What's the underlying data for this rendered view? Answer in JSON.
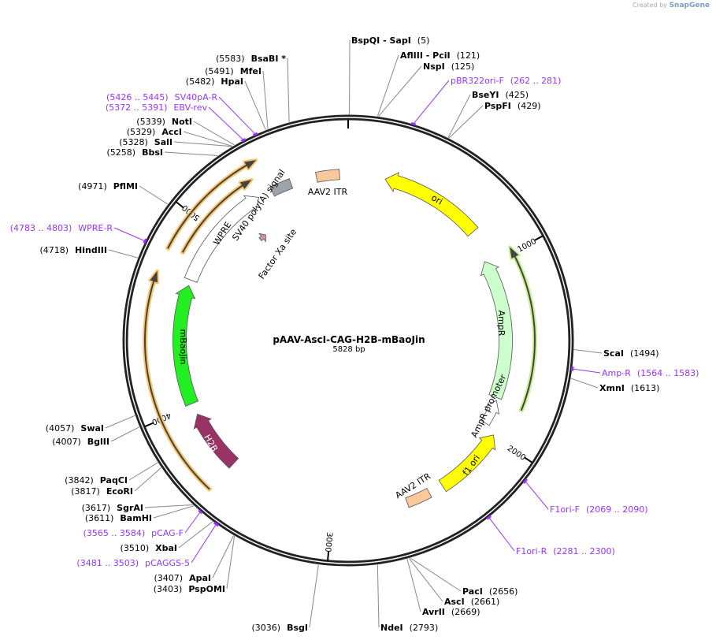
{
  "credit": {
    "prefix": "Created by",
    "brand": "SnapGene"
  },
  "plasmid": {
    "name": "pAAV-AscI-CAG-H2B-mBaoJin",
    "size_label": "5828 bp",
    "length": 5828
  },
  "ticks": [
    {
      "pos": 1000,
      "label": "1000"
    },
    {
      "pos": 2000,
      "label": "2000"
    },
    {
      "pos": 3000,
      "label": "3000"
    },
    {
      "pos": 4000,
      "label": "4000"
    },
    {
      "pos": 5000,
      "label": "5000"
    }
  ],
  "enzymes": [
    {
      "name": "BspQI   - SapI",
      "pos": "5"
    },
    {
      "name": "AflIII   - PciI",
      "pos": "121"
    },
    {
      "name": "NspI",
      "pos": "125"
    },
    {
      "name": "BseYI",
      "pos": "425"
    },
    {
      "name": "PspFI",
      "pos": "429"
    },
    {
      "name": "ScaI",
      "pos": "1494"
    },
    {
      "name": "XmnI",
      "pos": "1613"
    },
    {
      "name": "PacI",
      "pos": "2656"
    },
    {
      "name": "AscI",
      "pos": "2661"
    },
    {
      "name": "AvrII",
      "pos": "2669"
    },
    {
      "name": "NdeI",
      "pos": "2793"
    },
    {
      "name": "BsgI",
      "pos": "3036"
    },
    {
      "name": "PspOMI",
      "pos": "3403"
    },
    {
      "name": "ApaI",
      "pos": "3407"
    },
    {
      "name": "XbaI",
      "pos": "3510"
    },
    {
      "name": "BamHI",
      "pos": "3611"
    },
    {
      "name": "SgrAI",
      "pos": "3617"
    },
    {
      "name": "EcoRI",
      "pos": "3817"
    },
    {
      "name": "PaqCI",
      "pos": "3842"
    },
    {
      "name": "BglII",
      "pos": "4007"
    },
    {
      "name": "SwaI",
      "pos": "4057"
    },
    {
      "name": "HindIII",
      "pos": "4718"
    },
    {
      "name": "PflMI",
      "pos": "4971"
    },
    {
      "name": "BbsI",
      "pos": "5258"
    },
    {
      "name": "SalI",
      "pos": "5328"
    },
    {
      "name": "AccI",
      "pos": "5329"
    },
    {
      "name": "NotI",
      "pos": "5339"
    },
    {
      "name": "HpaI",
      "pos": "5482"
    },
    {
      "name": "MfeI",
      "pos": "5491"
    },
    {
      "name": "BsaBI *",
      "pos": "5583"
    }
  ],
  "primers": [
    {
      "name": "pBR322ori-F",
      "range": "262 .. 281"
    },
    {
      "name": "Amp-R",
      "range": "1564 .. 1583"
    },
    {
      "name": "F1ori-F",
      "range": "2069 .. 2090"
    },
    {
      "name": "F1ori-R",
      "range": "2281 .. 2300"
    },
    {
      "name": "pCAGGS-5",
      "range": "3481 .. 3503"
    },
    {
      "name": "pCAG-F",
      "range": "3565 .. 3584"
    },
    {
      "name": "WPRE-R",
      "range": "4783 .. 4803"
    },
    {
      "name": "EBV-rev",
      "range": "5372 .. 5391"
    },
    {
      "name": "SV40pA-R",
      "range": "5426 .. 5445"
    }
  ],
  "primer_color": "#9933ff",
  "features": [
    {
      "label": "AAV2 ITR",
      "start": 5650,
      "end": 5780,
      "dir": "none",
      "color": "#f9c89b"
    },
    {
      "label": "ori",
      "start": 210,
      "end": 793,
      "dir": "reverse",
      "color": "#ffff00"
    },
    {
      "label": "AmpR",
      "start": 971,
      "end": 1797,
      "dir": "reverse",
      "color": "#ccffcc"
    },
    {
      "label": "AmpR promoter",
      "start": 1813,
      "end": 1959,
      "dir": "reverse",
      "color": "#ffffff"
    },
    {
      "label": "f1 ori",
      "start": 1991,
      "end": 2380,
      "dir": "reverse",
      "color": "#ffff00"
    },
    {
      "label": "AAV2 ITR",
      "start": 2460,
      "end": 2590,
      "dir": "none",
      "color": "#f9c89b"
    },
    {
      "label": "H2B",
      "start": 3610,
      "end": 3950,
      "dir": "forward",
      "color": "#993366"
    },
    {
      "label": "mBaoJin",
      "start": 4015,
      "end": 4679,
      "dir": "forward",
      "color": "#22ee22"
    },
    {
      "label": "WPRE",
      "start": 4711,
      "end": 5310,
      "dir": "forward",
      "color": "#ffffff"
    },
    {
      "label": "SV40 poly(A) signal",
      "start": 5390,
      "end": 5504,
      "dir": "none",
      "color": "#9ba3ab"
    },
    {
      "label": "Factor Xa site",
      "start": 5164,
      "end": 5213,
      "dir": "forward",
      "color": "#cc9999"
    }
  ],
  "orfs": [
    {
      "start": 4808,
      "end": 5390,
      "dir": "forward",
      "color": "#fbc46a"
    },
    {
      "start": 4824,
      "end": 5326,
      "dir": "forward",
      "color": "#fbc46a"
    },
    {
      "start": 3610,
      "end": 4695,
      "dir": "forward",
      "color": "#fbc46a"
    },
    {
      "start": 971,
      "end": 1813,
      "dir": "reverse",
      "color": "#c8f08c"
    }
  ]
}
